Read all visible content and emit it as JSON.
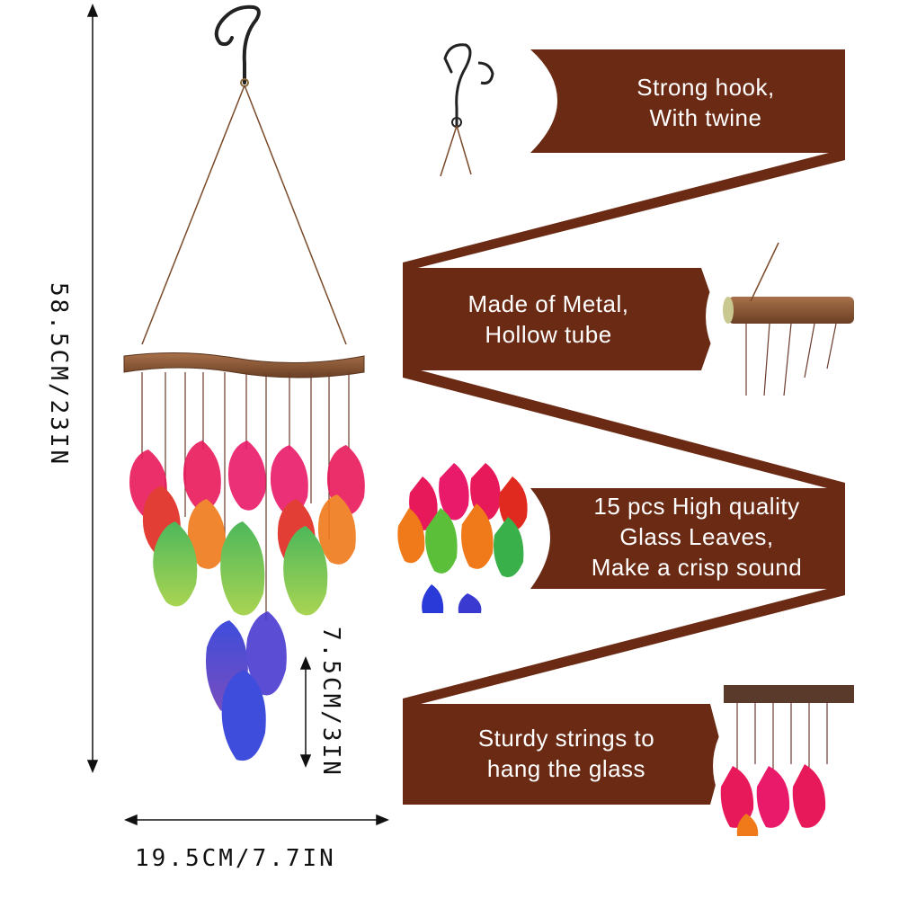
{
  "dimensions": {
    "height": "58.5CM/23IN",
    "width": "19.5CM/7.7IN",
    "leaf_length": "7.5CM/3IN"
  },
  "features": [
    {
      "lines": [
        "Strong hook,",
        "With twine"
      ]
    },
    {
      "lines": [
        "Made of Metal,",
        "Hollow tube"
      ]
    },
    {
      "lines": [
        "15 pcs High quality",
        "Glass Leaves,",
        "Make a crisp sound"
      ]
    },
    {
      "lines": [
        "Sturdy strings to",
        "hang the glass"
      ]
    }
  ],
  "colors": {
    "banner": "#6b2a14",
    "wood": "#8a5a3a",
    "leaf_pink": "#e8195a",
    "leaf_red": "#e02a20",
    "leaf_orange": "#f07a1a",
    "leaf_green": "#5cbf3a",
    "leaf_blue": "#2a3ad8"
  }
}
